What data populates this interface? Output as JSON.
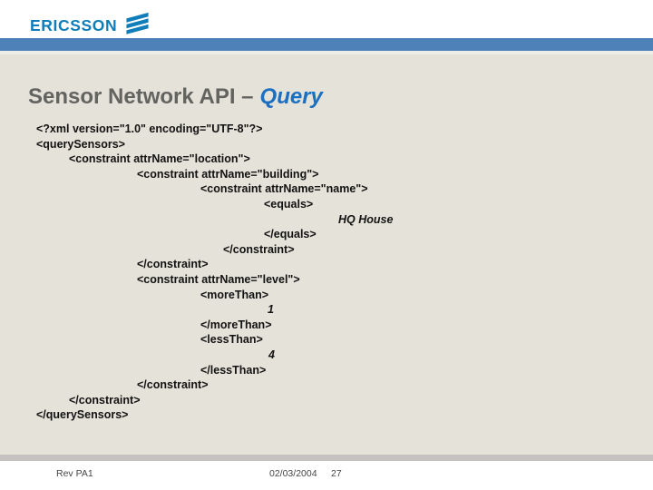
{
  "header": {
    "logo_text": "ERICSSON",
    "logo_icon": "ericsson-three-bars-icon"
  },
  "title": {
    "prefix": "Sensor Network API –",
    "emphasis": "Query"
  },
  "code": {
    "lines": [
      {
        "text": "<?xml version=\"1.0\" encoding=\"UTF-8\"?>",
        "indent": 0,
        "kind": "tag"
      },
      {
        "text": "<querySensors>",
        "indent": 0,
        "kind": "tag"
      },
      {
        "text": "<constraint attrName=\"location\">",
        "indent": 36,
        "kind": "tag"
      },
      {
        "text": "<constraint attrName=\"building\">",
        "indent": 111,
        "kind": "tag"
      },
      {
        "text": "<constraint attrName=\"name\">",
        "indent": 181,
        "kind": "tag"
      },
      {
        "text": "<equals>",
        "indent": 251,
        "kind": "tag"
      },
      {
        "text": "HQ House",
        "indent": 333,
        "kind": "value"
      },
      {
        "text": "</equals>",
        "indent": 251,
        "kind": "tag"
      },
      {
        "text": "</constraint>",
        "indent": 206,
        "kind": "tag"
      },
      {
        "text": "</constraint>",
        "indent": 111,
        "kind": "tag"
      },
      {
        "text": "<constraint attrName=\"level\">",
        "indent": 111,
        "kind": "tag"
      },
      {
        "text": "<moreThan>",
        "indent": 181,
        "kind": "tag"
      },
      {
        "text": "1",
        "indent": 255,
        "kind": "value"
      },
      {
        "text": "</moreThan>",
        "indent": 181,
        "kind": "tag"
      },
      {
        "text": "<lessThan>",
        "indent": 181,
        "kind": "tag"
      },
      {
        "text": "4",
        "indent": 256,
        "kind": "value"
      },
      {
        "text": "</lessThan>",
        "indent": 181,
        "kind": "tag"
      },
      {
        "text": "</constraint>",
        "indent": 111,
        "kind": "tag"
      },
      {
        "text": "</constraint>",
        "indent": 36,
        "kind": "tag"
      },
      {
        "text": "</querySensors>",
        "indent": 0,
        "kind": "tag"
      }
    ]
  },
  "footer": {
    "revision": "Rev PA1",
    "date": "02/03/2004",
    "page": "27"
  },
  "colors": {
    "accent_bar": "#4e81b8",
    "logo_blue": "#0f7dba",
    "title_gray": "#636360",
    "title_blue": "#1a6fc0",
    "slide_background": "#e5e2d9",
    "footer_divider": "#c3c2c0"
  }
}
